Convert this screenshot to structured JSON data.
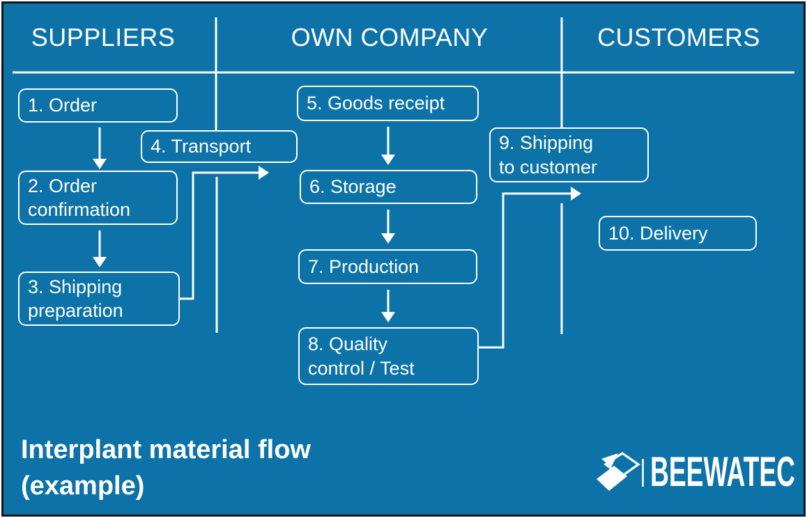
{
  "meta": {
    "title": "Interplant material flow (example)"
  },
  "colors": {
    "background": "#0c72a7",
    "line": "#ffffff",
    "text": "#ffffff",
    "frame_border": "#15171b",
    "outer_margin": "#ffffff"
  },
  "header": {
    "columns": [
      {
        "id": "suppliers",
        "label": "SUPPLIERS"
      },
      {
        "id": "own-company",
        "label": "OWN COMPANY"
      },
      {
        "id": "customers",
        "label": "CUSTOMERS"
      }
    ]
  },
  "nodes": [
    {
      "id": "1",
      "column": "suppliers",
      "lines": [
        "1. Order"
      ]
    },
    {
      "id": "2",
      "column": "suppliers",
      "lines": [
        "2. Order",
        "confirmation"
      ]
    },
    {
      "id": "3",
      "column": "suppliers",
      "lines": [
        "3. Shipping",
        "preparation"
      ]
    },
    {
      "id": "4",
      "column": "suppliers/own-company boundary",
      "lines": [
        "4. Transport"
      ]
    },
    {
      "id": "5",
      "column": "own-company",
      "lines": [
        "5. Goods receipt"
      ]
    },
    {
      "id": "6",
      "column": "own-company",
      "lines": [
        "6. Storage"
      ]
    },
    {
      "id": "7",
      "column": "own-company",
      "lines": [
        "7. Production"
      ]
    },
    {
      "id": "8",
      "column": "own-company",
      "lines": [
        "8. Quality",
        "control / Test"
      ]
    },
    {
      "id": "9",
      "column": "own-company/customers boundary",
      "lines": [
        "9. Shipping",
        "to customer"
      ]
    },
    {
      "id": "10",
      "column": "customers",
      "lines": [
        "10. Delivery"
      ]
    }
  ],
  "edges": [
    {
      "from": "1",
      "to": "2",
      "style": "arrow-down"
    },
    {
      "from": "2",
      "to": "3",
      "style": "arrow-down"
    },
    {
      "from": "3",
      "to": "own-company",
      "via": "4",
      "style": "elbow-up-right-arrow"
    },
    {
      "from": "5",
      "to": "6",
      "style": "arrow-down"
    },
    {
      "from": "6",
      "to": "7",
      "style": "arrow-down"
    },
    {
      "from": "7",
      "to": "8",
      "style": "arrow-down"
    },
    {
      "from": "8",
      "to": "customers",
      "via": "9",
      "style": "elbow-up-right-arrow"
    }
  ],
  "footer": {
    "title_lines": [
      "Interplant material flow",
      "(example)"
    ],
    "brand": "BEEWATEC"
  }
}
